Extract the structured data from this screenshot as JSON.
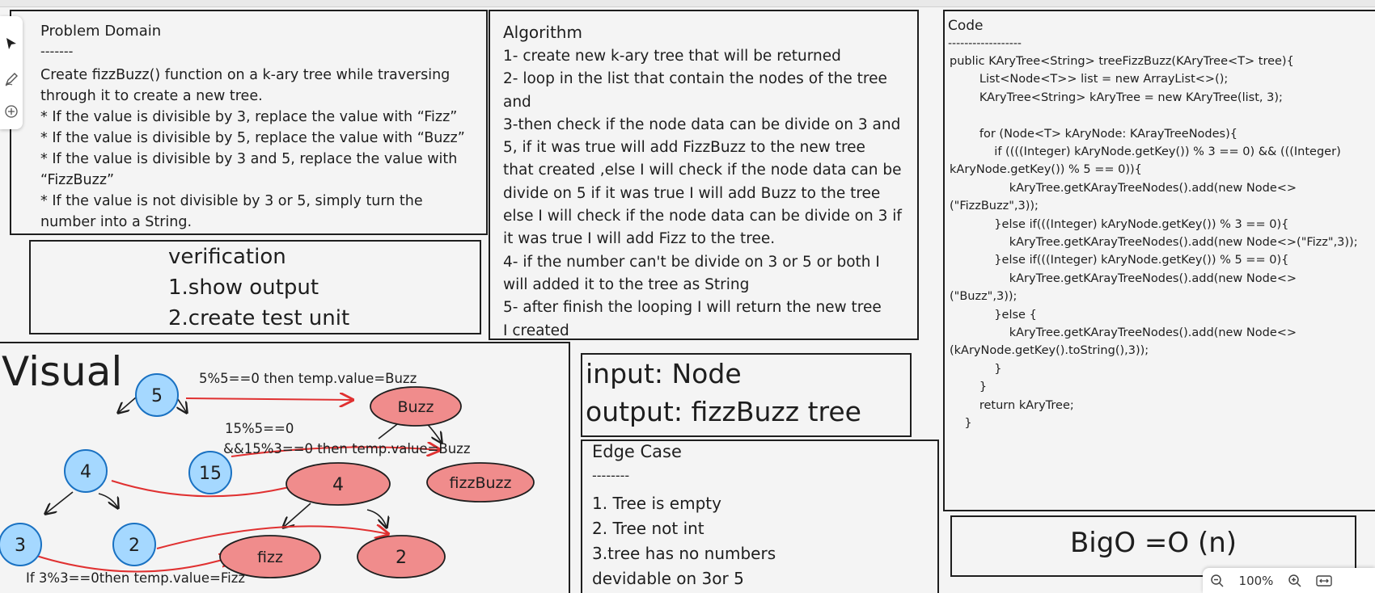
{
  "problem": {
    "title": "Problem Domain",
    "rule": "-------",
    "lines": [
      "Create fizzBuzz() function on a k-ary tree while traversing",
      "through it to create a new tree.",
      "* If the value is divisible by 3, replace the value with “Fizz”",
      "* If the value is divisible by 5, replace the value with “Buzz”",
      "* If the value is divisible by 3 and 5, replace the value with",
      "“FizzBuzz”",
      "* If the value is not divisible by 3 or 5, simply turn the",
      "number into a String."
    ]
  },
  "verification": {
    "lines": [
      "verification",
      "1.show output",
      "2.create test unit"
    ]
  },
  "algorithm": {
    "title": "Algorithm",
    "lines": [
      "1- create new k-ary tree that will be returned",
      "2- loop in the list that contain the nodes of the tree",
      "and",
      "3-then check if the node data can be divide on 3 and",
      "5, if it was true will add FizzBuzz to the new tree",
      "that created ,else I will check if the node data can be",
      "divide on 5 if it was true I will add Buzz to the tree",
      "else I will check if the node data can be divide on 3 if",
      "it was true I will add Fizz to the tree.",
      "4- if the number can't be divide on 3 or 5 or both I",
      "will added it to the tree as String",
      "5- after finish the looping I will return the new tree",
      "I created"
    ]
  },
  "code": {
    "title": "Code",
    "rule": "------------------",
    "lines": [
      "public KAryTree<String> treeFizzBuzz(KAryTree<T> tree){",
      "        List<Node<T>> list = new ArrayList<>();",
      "        KAryTree<String> kAryTree = new KAryTree(list, 3);",
      "",
      "        for (Node<T> kAryNode: KArayTreeNodes){",
      "            if ((((Integer) kAryNode.getKey()) % 3 == 0) && (((Integer)",
      "kAryNode.getKey()) % 5 == 0)){",
      "                kAryTree.getKArayTreeNodes().add(new Node<>",
      "(\"FizzBuzz\",3));",
      "            }else if(((Integer) kAryNode.getKey()) % 3 == 0){",
      "                kAryTree.getKArayTreeNodes().add(new Node<>(\"Fizz\",3));",
      "            }else if(((Integer) kAryNode.getKey()) % 5 == 0){",
      "                kAryTree.getKArayTreeNodes().add(new Node<>",
      "(\"Buzz\",3));",
      "            }else {",
      "                kAryTree.getKArayTreeNodes().add(new Node<>",
      "(kAryNode.getKey().toString(),3));",
      "            }",
      "        }",
      "        return kAryTree;",
      "    }"
    ]
  },
  "io": {
    "input": "input: Node",
    "output": "output: fizzBuzz tree"
  },
  "edge": {
    "title": "Edge Case",
    "rule": "--------",
    "lines": [
      "1. Tree is empty",
      "2. Tree not int",
      "3.tree has no numbers",
      "devidable on 3or 5"
    ]
  },
  "bigo": {
    "text": "BigO =O (n)"
  },
  "visual": {
    "title": "Visual",
    "input_nodes": [
      "5",
      "4",
      "15",
      "3",
      "2"
    ],
    "output_nodes": [
      "Buzz",
      "4",
      "fizzBuzz",
      "fizz",
      "2"
    ],
    "notes": [
      "5%5==0 then temp.value=Buzz",
      "15%5==0",
      "&&15%3==0 then temp.value=Buzz",
      "If 3%3==0then temp.value=Fizz"
    ],
    "colors": {
      "input_fill": "#a5d8ff",
      "input_stroke": "#1971c2",
      "output_fill": "#f08c8c",
      "output_stroke": "#1e1e1e",
      "arrow": "#e03131"
    }
  },
  "zoom": {
    "level": "100%"
  },
  "icons": [
    "pointer-icon",
    "pen-icon",
    "plus-circle-icon",
    "zoom-out-icon",
    "zoom-in-icon",
    "fit-width-icon"
  ]
}
